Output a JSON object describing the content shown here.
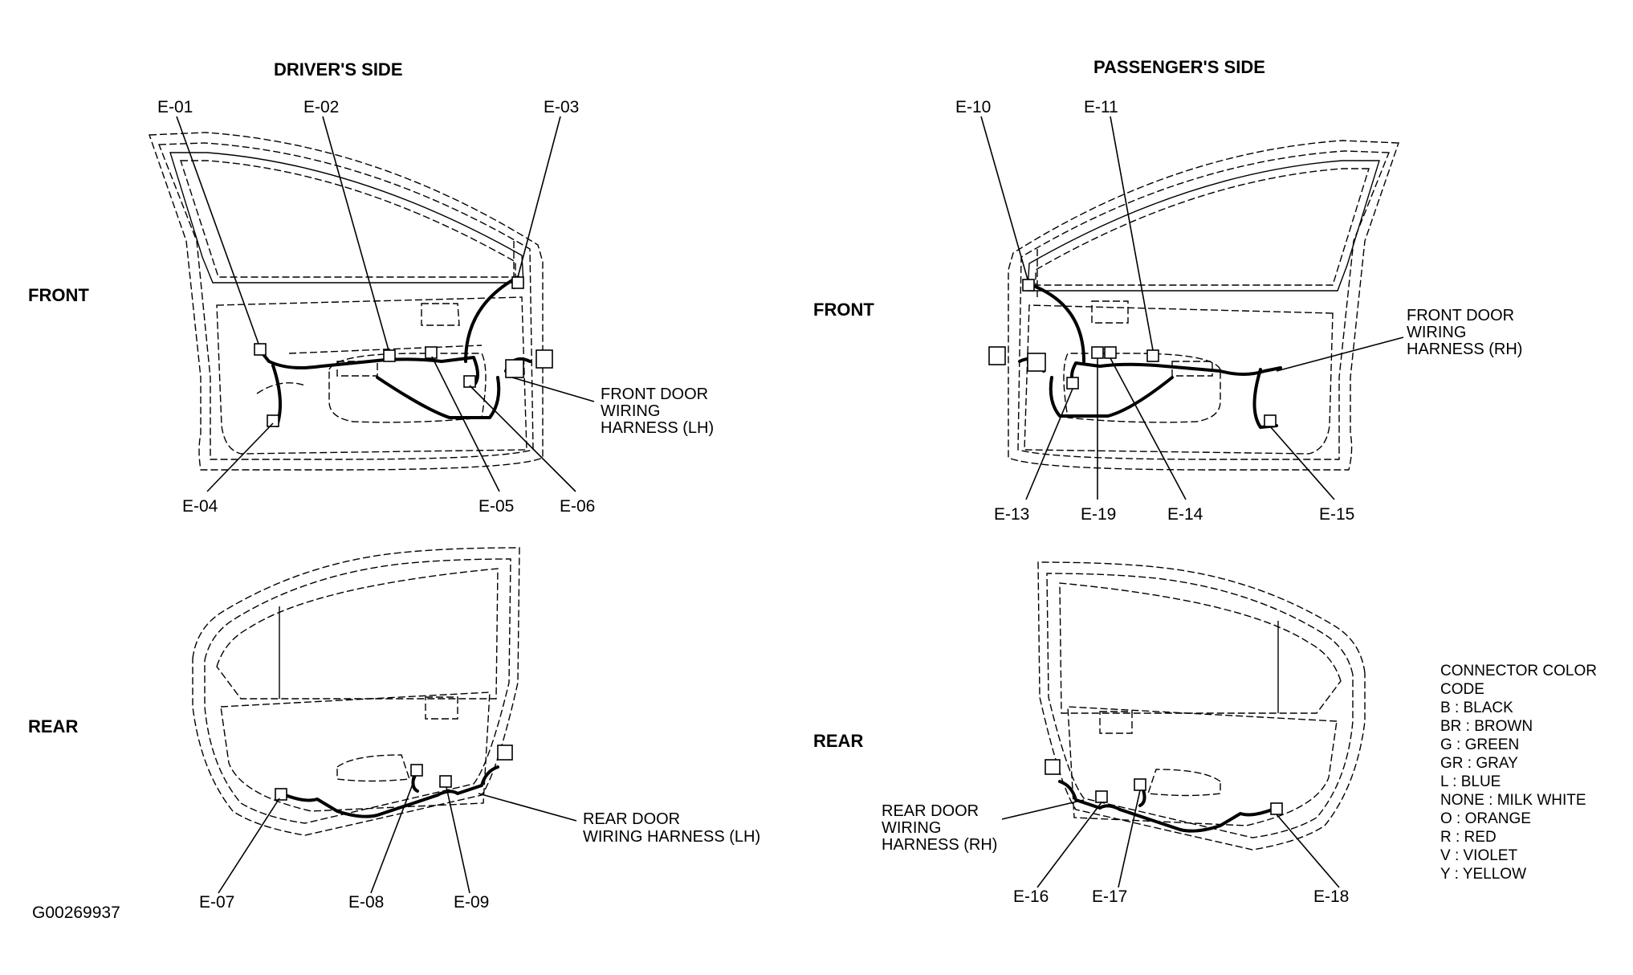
{
  "headers": {
    "driver": "DRIVER'S SIDE",
    "passenger": "PASSENGER'S SIDE"
  },
  "rows": {
    "front_left": "FRONT",
    "rear_left": "REAR",
    "front_right": "FRONT",
    "rear_right": "REAR"
  },
  "connectors": {
    "e01": "E-01",
    "e02": "E-02",
    "e03": "E-03",
    "e04": "E-04",
    "e05": "E-05",
    "e06": "E-06",
    "e07": "E-07",
    "e08": "E-08",
    "e09": "E-09",
    "e10": "E-10",
    "e11": "E-11",
    "e13": "E-13",
    "e14": "E-14",
    "e15": "E-15",
    "e16": "E-16",
    "e17": "E-17",
    "e18": "E-18",
    "e19": "E-19"
  },
  "harness": {
    "front_lh": [
      "FRONT DOOR",
      "WIRING",
      "HARNESS (LH)"
    ],
    "front_rh": [
      "FRONT DOOR",
      "WIRING",
      "HARNESS (RH)"
    ],
    "rear_lh": [
      "REAR DOOR",
      "WIRING HARNESS (LH)"
    ],
    "rear_rh": [
      "REAR DOOR",
      "WIRING",
      "HARNESS (RH)"
    ]
  },
  "legend": {
    "title_lines": [
      "CONNECTOR COLOR",
      "CODE"
    ],
    "items": [
      "B : BLACK",
      "BR : BROWN",
      "G : GREEN",
      "GR : GRAY",
      "L : BLUE",
      "NONE : MILK WHITE",
      "O : ORANGE",
      "R : RED",
      "V : VIOLET",
      "Y : YELLOW"
    ]
  },
  "figure_id": "G00269937"
}
